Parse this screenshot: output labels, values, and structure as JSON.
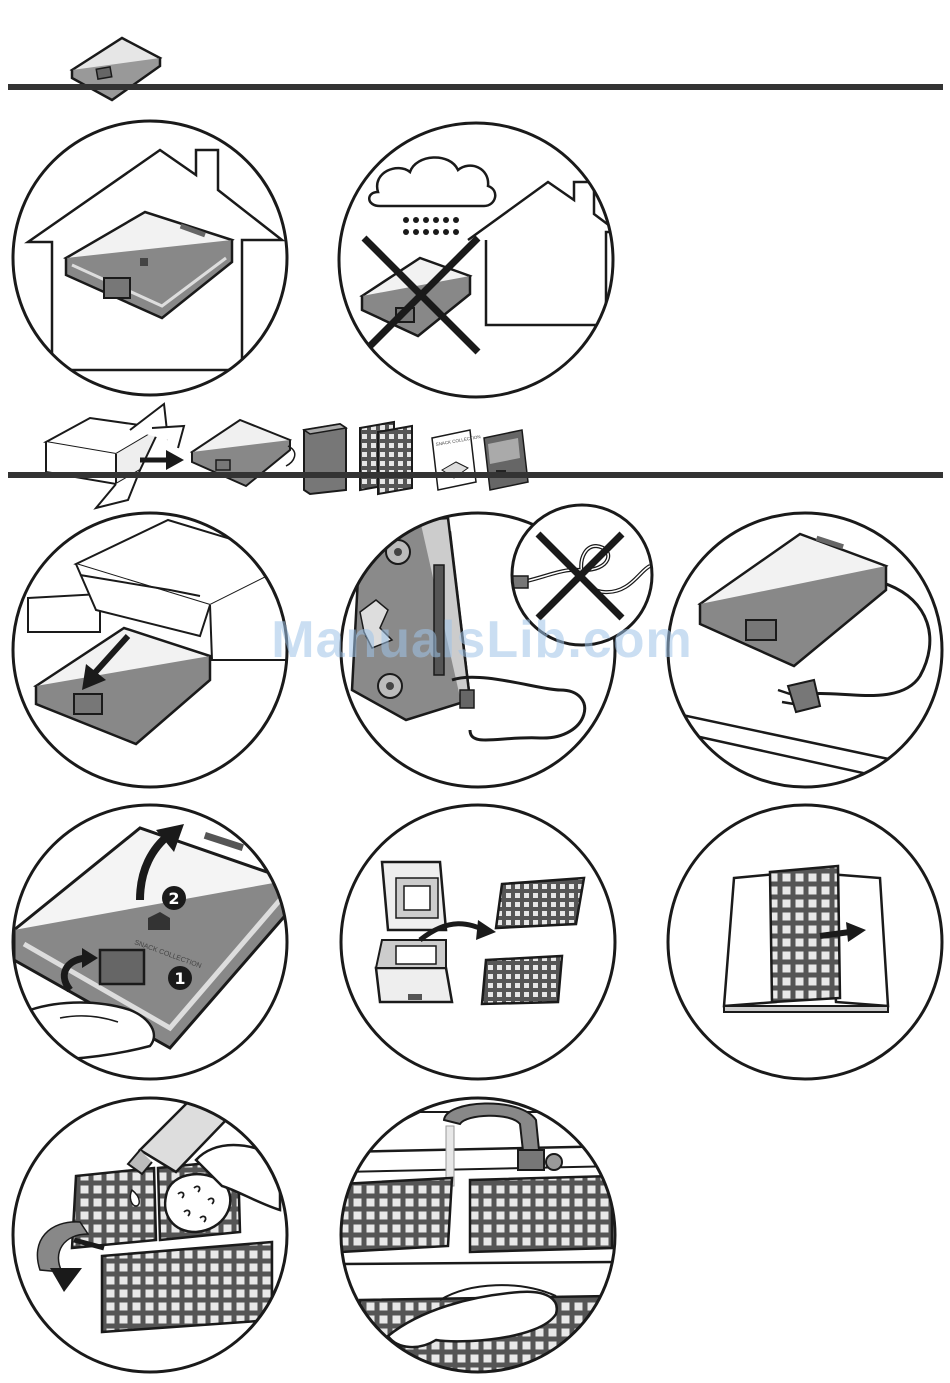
{
  "page": {
    "watermark": "ManualsLib.com"
  },
  "product": {
    "brand_text": "SNACK COLLECTION"
  },
  "steps": {
    "lift_lid": {
      "step_one": "1",
      "step_two": "2"
    }
  },
  "colors": {
    "line": "#1a1a1a",
    "rule": "#333333",
    "gray_dark": "#555555",
    "gray_mid": "#8a8a8a",
    "gray_light": "#d4d4d4",
    "plate": "#5a5a5a",
    "watermark": "#9fc4e8"
  }
}
